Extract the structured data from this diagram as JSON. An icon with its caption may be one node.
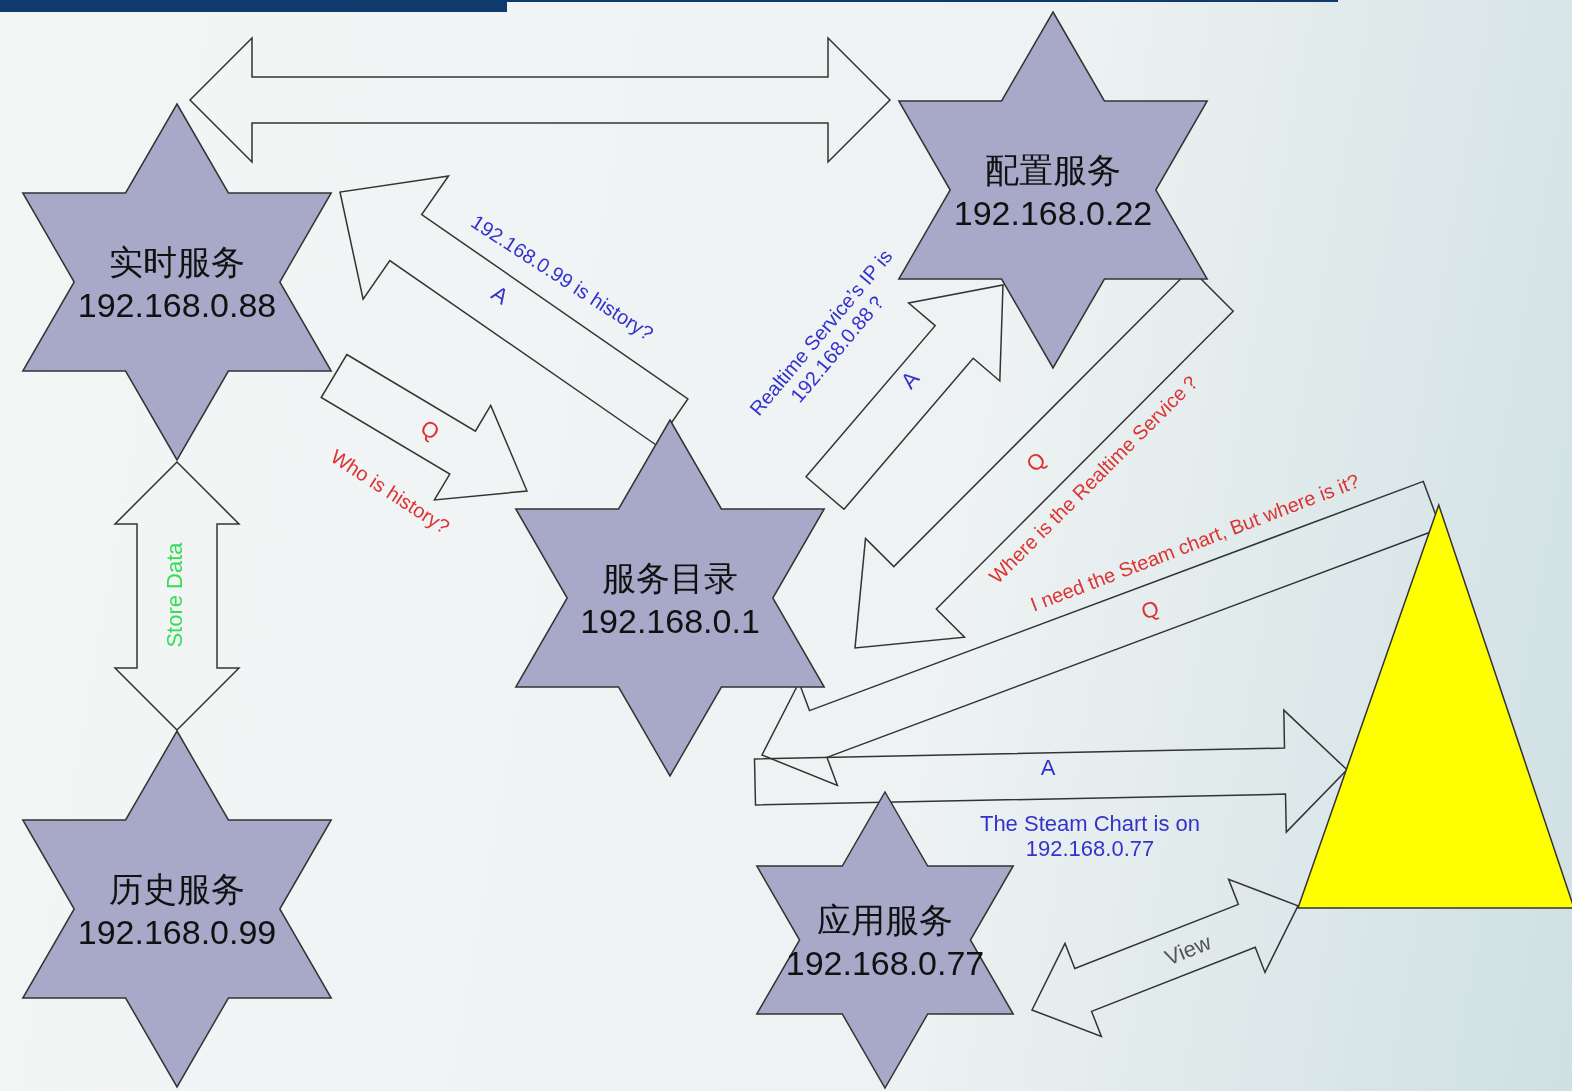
{
  "diagram": {
    "nodes": [
      {
        "text": [
          "实时服务",
          "192.168.0.88"
        ]
      },
      {
        "text": [
          "配置服务",
          "192.168.0.22"
        ]
      },
      {
        "text": [
          "服务目录",
          "192.168.0.1"
        ]
      },
      {
        "text": [
          "历史服务",
          "192.168.0.99"
        ]
      },
      {
        "text": [
          "应用服务",
          "192.168.0.77"
        ]
      },
      {
        "text": [],
        "shape": "triangle"
      }
    ],
    "edges": [
      {
        "from": 0,
        "to": 1,
        "arrow": "both"
      },
      {
        "from": 2,
        "to": 0,
        "arrow": "to",
        "label": "A",
        "color": "#3333cc"
      },
      {
        "from": 0,
        "to": 2,
        "arrow": "to",
        "label": "Q",
        "color": "#dd3333"
      },
      {
        "from": 2,
        "to": 1,
        "arrow": "to",
        "label": "A",
        "color": "#3333cc"
      },
      {
        "from": 1,
        "to": 2,
        "arrow": "to",
        "label": "Q",
        "color": "#dd3333"
      },
      {
        "from": 5,
        "to": 2,
        "arrow": "to",
        "label": "Q",
        "color": "#dd3333"
      },
      {
        "from": 2,
        "to": 5,
        "arrow": "to",
        "label": "A",
        "color": "#3333cc"
      },
      {
        "from": 3,
        "to": 0,
        "arrow": "both",
        "label": "Store Data",
        "color": "#33dd55"
      },
      {
        "from": 4,
        "to": 5,
        "arrow": "both",
        "label": "View",
        "color": "#555555"
      }
    ],
    "labels": [
      "192.168.0.99 is history?",
      "Realtime Service’s IP is 192.168.0.88？",
      "Who is history?",
      "Where is the Realtime Service？",
      "I need the Steam chart, But where is it?",
      "The Steam Chart is on 192.168.0.77"
    ]
  }
}
